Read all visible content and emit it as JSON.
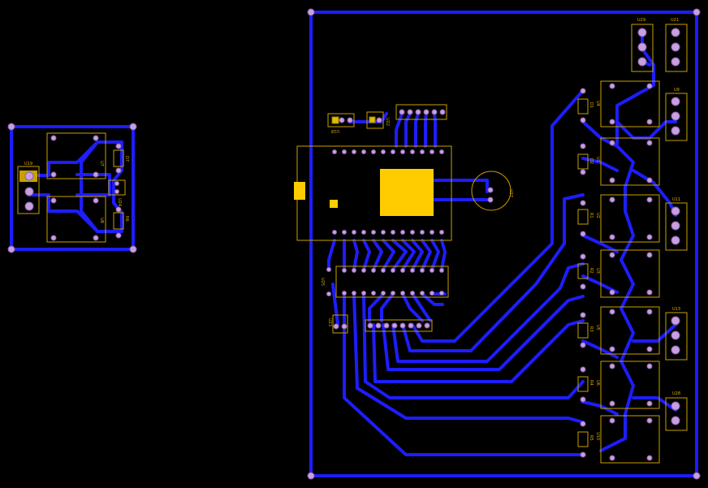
{
  "colors": {
    "background": "#000000",
    "trace": "#1d1dff",
    "silkscreen": "#c8a000",
    "pad": "#c8a0e0",
    "chip": "#ffcc00"
  },
  "labels": {
    "u19": "U19",
    "u7": "U7",
    "u8": "U8",
    "u24": "U24",
    "d7": "D7",
    "r6": "R6",
    "u18": "U18",
    "u22": "U22",
    "u27": "U27",
    "u25": "U25",
    "u23": "U23",
    "u29": "U29",
    "u21": "U21",
    "u9": "U9",
    "u4": "U4",
    "u1": "U1",
    "u11": "U11",
    "u2": "U2",
    "u3": "U3",
    "u13": "U13",
    "u5": "U5",
    "u6": "U6",
    "u28": "U28",
    "u10": "U10",
    "d1": "D1",
    "d2": "D2",
    "d3": "D3",
    "d4": "D4",
    "d5": "D5",
    "d6": "D6",
    "r1": "R1",
    "r2": "R2",
    "r3": "R3",
    "r4": "R4",
    "r5": "R5",
    "r7": "R7"
  }
}
